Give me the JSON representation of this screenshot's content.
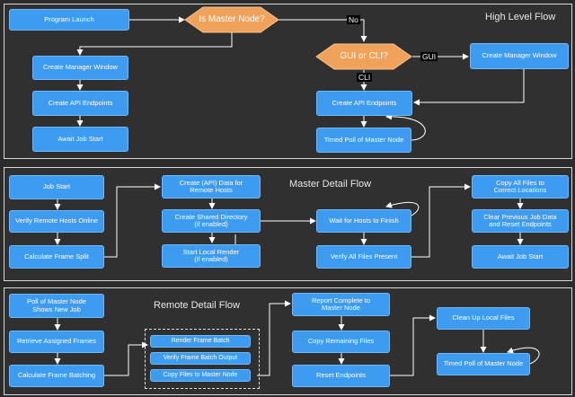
{
  "panels": {
    "high_level": "High Level Flow",
    "master_detail": "Master Detail Flow",
    "remote_detail": "Remote Detail Flow"
  },
  "high_level": {
    "program_launch": "Program Launch",
    "is_master": "Is Master Node?",
    "no_label": "No",
    "gui_or_cli": "GUI or CLI?",
    "gui_label": "GUI",
    "cli_label": "CLI",
    "create_manager_window_left": "Create Manager Window",
    "create_api_left": "Create API Endpoints",
    "await_job_left": "Await Job Start",
    "create_manager_window_right": "Create Manager Window",
    "create_api_right": "Create API Endpoints",
    "timed_poll_master": "Timed Poll of Master Node"
  },
  "master_detail": {
    "job_start": "Job Start",
    "verify_remote": "Verify Remote Hosts Online",
    "calc_split": "Calculate Frame Split",
    "create_data": "Create (API) Data for\nRemote Hosts",
    "create_shared": "Create Shared Directory\n(if enabled)",
    "start_local": "Start Local Render\n(if enabled)",
    "wait_hosts": "Wait for Hosts to Finish",
    "verify_files": "Verify All Files Present",
    "copy_files": "Copy All Files to\nCorrect Locations",
    "clear_prev": "Clear Previous Job Data\nand Reset Endpoints",
    "await_job": "Await Job Start"
  },
  "remote_detail": {
    "poll_master": "Poll of Master Node\nShows New Job",
    "retrieve": "Retrieve Assigned Frames",
    "calc_batching": "Calculate Frame Batching",
    "render_batch": "Render Frame Batch",
    "verify_batch": "Verify Frame Batch Output",
    "copy_to_master": "Copy Files to Master Node",
    "report_complete": "Report Complete to\nMaster Node",
    "copy_remaining": "Copy Remaining Files",
    "reset_endpoints": "Reset Endpoints",
    "clean_up": "Clean Up Local Files",
    "timed_poll": "Timed Poll of Master Node"
  },
  "colors": {
    "node_fill": "#3d9cf0",
    "decision_fill": "#f0a25a",
    "background": "#2b2b2b",
    "panel_border": "#d9d9d9"
  }
}
